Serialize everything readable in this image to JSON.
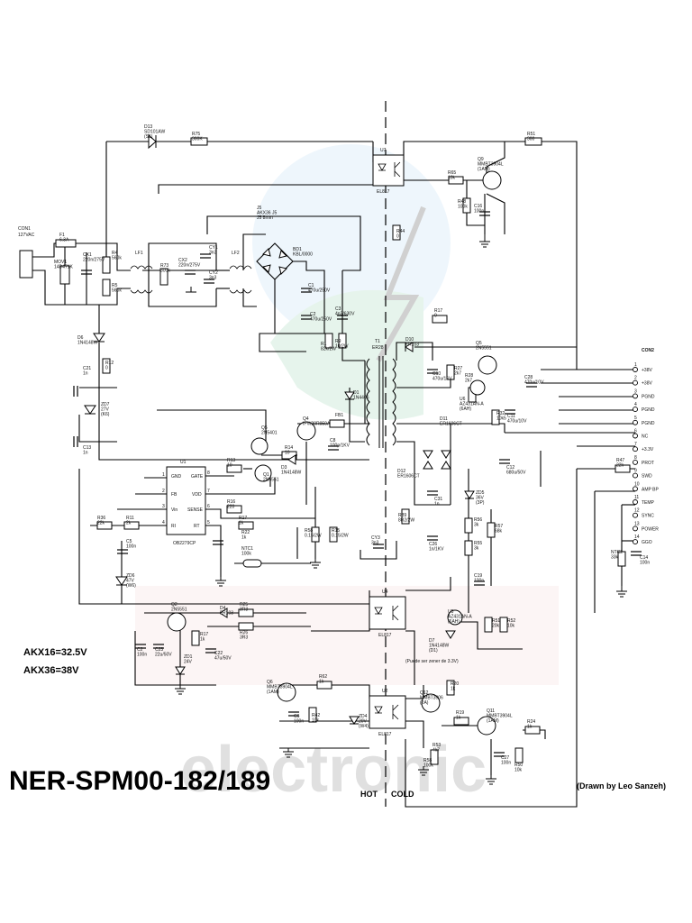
{
  "title": "NER-SPM00-182/189",
  "credit": "(Drawn by Leo Sanzeh)",
  "watermark": "electronic",
  "notes": [
    "AKX16=32.5V",
    "AKX36=38V"
  ],
  "zones": {
    "hot": "HOT",
    "cold": "COLD"
  },
  "connector_in": {
    "name": "CON1",
    "rating": "127VAC"
  },
  "connector_out": {
    "name": "CON2",
    "pins": [
      "+38V",
      "+38V",
      "PGND",
      "PGND",
      "PGND",
      "NC",
      "+3.3V",
      "PROT",
      "SWD",
      "AMP BP",
      "TEMP",
      "SYNC",
      "POWER",
      "GGO"
    ]
  },
  "ic_u1": {
    "ref": "U1",
    "part": "OB2279CP",
    "pins_left": [
      "GND",
      "FB",
      "Vin",
      "RI"
    ],
    "pins_right": [
      "GATE",
      "VDD",
      "SENSE",
      "RT"
    ],
    "pin_nums_left": [
      "1",
      "2",
      "3",
      "4"
    ],
    "pin_nums_right": [
      "8",
      "7",
      "6",
      "5"
    ]
  },
  "transformer": {
    "ref": "T1",
    "part": "ER28"
  },
  "optos": [
    {
      "ref": "U7",
      "part": "EL817"
    },
    {
      "ref": "U4",
      "part": "EL817"
    },
    {
      "ref": "U2",
      "part": "EL817"
    }
  ],
  "components": [
    {
      "ref": "D13",
      "value": "SD101AW",
      "sub": "(S1)"
    },
    {
      "ref": "R75",
      "value": "300K"
    },
    {
      "ref": "R51",
      "value": "300"
    },
    {
      "ref": "Q9",
      "value": "MMBT3904L",
      "sub": "(1AM)"
    },
    {
      "ref": "R65",
      "value": "10k"
    },
    {
      "ref": "R48",
      "value": "100k"
    },
    {
      "ref": "C16",
      "value": "100n"
    },
    {
      "ref": "F1",
      "value": "6.3A"
    },
    {
      "ref": "MOV1",
      "value": "14D471K"
    },
    {
      "ref": "R4",
      "value": "560k"
    },
    {
      "ref": "R5",
      "value": "560k"
    },
    {
      "ref": "CX1",
      "value": "220n/275V"
    },
    {
      "ref": "LF1",
      "value": ""
    },
    {
      "ref": "R73",
      "value": "300k"
    },
    {
      "ref": "CX2",
      "value": "220n/275V"
    },
    {
      "ref": "CY1",
      "value": "3n3"
    },
    {
      "ref": "CY2",
      "value": "3n3"
    },
    {
      "ref": "LF2",
      "value": ""
    },
    {
      "ref": "J5",
      "value": "AKX36 J5",
      "sub": "J5 8mm"
    },
    {
      "ref": "BD1",
      "value": "KBL/0000"
    },
    {
      "ref": "C1",
      "value": "470u/250V"
    },
    {
      "ref": "C2",
      "value": "470u/250V"
    },
    {
      "ref": "C3",
      "value": "4n3/630V"
    },
    {
      "ref": "R1",
      "value": "82k/2W"
    },
    {
      "ref": "R9",
      "value": "10/2W"
    },
    {
      "ref": "D6",
      "value": "1N4148W"
    },
    {
      "ref": "R12",
      "value": "0"
    },
    {
      "ref": "C21",
      "value": "1n"
    },
    {
      "ref": "ZD7",
      "value": "27V",
      "sub": "(K6)"
    },
    {
      "ref": "C13",
      "value": "1n"
    },
    {
      "ref": "D1",
      "value": "1N4406"
    },
    {
      "ref": "FB1",
      "value": ""
    },
    {
      "ref": "Q4",
      "value": "IPW20R950A"
    },
    {
      "ref": "Q5",
      "value": "2N5401"
    },
    {
      "ref": "Q1",
      "value": "2N5551"
    },
    {
      "ref": "R13",
      "value": "10"
    },
    {
      "ref": "R14",
      "value": "10"
    },
    {
      "ref": "D3",
      "value": "1N4148W"
    },
    {
      "ref": "C8",
      "value": "100p/1KV"
    },
    {
      "ref": "R16",
      "value": "220"
    },
    {
      "ref": "R17",
      "value": "1k"
    },
    {
      "ref": "R36",
      "value": "22k"
    },
    {
      "ref": "R11",
      "value": "2k"
    },
    {
      "ref": "C5",
      "value": "100n"
    },
    {
      "ref": "ZD6",
      "value": "47V",
      "sub": "(W6)"
    },
    {
      "ref": "R58",
      "value": "0.15/2W"
    },
    {
      "ref": "R15",
      "value": "0.15/2W"
    },
    {
      "ref": "NTC1",
      "value": "100k"
    },
    {
      "ref": "R22",
      "value": "1k"
    },
    {
      "ref": "D10",
      "value": "FR103"
    },
    {
      "ref": "C10",
      "value": "470u/16V"
    },
    {
      "ref": "R27",
      "value": "2k7"
    },
    {
      "ref": "R28",
      "value": "2k7"
    },
    {
      "ref": "Q5b",
      "value": "2N5551"
    },
    {
      "ref": "U6",
      "value": "AZ431AN-A",
      "sub": "(6AH)"
    },
    {
      "ref": "R32",
      "value": "10k5"
    },
    {
      "ref": "C11",
      "value": "470u/10V"
    },
    {
      "ref": "C28",
      "value": "470u/10V"
    },
    {
      "ref": "R17b",
      "value": "0"
    },
    {
      "ref": "D11",
      "value": "ER1606CT"
    },
    {
      "ref": "D12",
      "value": "ER1606CT"
    },
    {
      "ref": "C12",
      "value": "680u/50V"
    },
    {
      "ref": "C31",
      "value": "1n"
    },
    {
      "ref": "R89",
      "value": "8R2/2W"
    },
    {
      "ref": "C26",
      "value": "1n/1KV"
    },
    {
      "ref": "CY3",
      "value": "3n3"
    },
    {
      "ref": "ZD5",
      "value": "36V",
      "sub": "(3P)"
    },
    {
      "ref": "R56",
      "value": "3k"
    },
    {
      "ref": "R57",
      "value": "68k"
    },
    {
      "ref": "R55",
      "value": "3k"
    },
    {
      "ref": "C19",
      "value": "100n"
    },
    {
      "ref": "U5",
      "value": "AZ431AN-A",
      "sub": "(6AH)"
    },
    {
      "ref": "R51b",
      "value": "20k"
    },
    {
      "ref": "R52",
      "value": "10k"
    },
    {
      "ref": "R47",
      "value": "22k"
    },
    {
      "ref": "NTC2",
      "value": "33k"
    },
    {
      "ref": "C14",
      "value": "100n"
    },
    {
      "ref": "Q2",
      "value": "2N5551"
    },
    {
      "ref": "D4",
      "value": "FR103"
    },
    {
      "ref": "R25",
      "value": "3R3"
    },
    {
      "ref": "R26",
      "value": "3R3"
    },
    {
      "ref": "R17c",
      "value": "1k"
    },
    {
      "ref": "C2b",
      "value": "100n"
    },
    {
      "ref": "C23",
      "value": "22u/50V"
    },
    {
      "ref": "ZD1",
      "value": "24V"
    },
    {
      "ref": "C22",
      "value": "47u/50V"
    },
    {
      "ref": "Q6",
      "value": "MMBT3904L",
      "sub": "(1AM)"
    },
    {
      "ref": "R62",
      "value": "1k"
    },
    {
      "ref": "C6",
      "value": "100n"
    },
    {
      "ref": "R42",
      "value": "10k"
    },
    {
      "ref": "ZD4",
      "value": "20V",
      "sub": "(W4)"
    },
    {
      "ref": "D7",
      "value": "1N4148W",
      "sub": "(D1)"
    },
    {
      "ref": "R20",
      "value": "1k"
    },
    {
      "ref": "Q12",
      "value": "MMBT3906",
      "sub": "(2A)"
    },
    {
      "ref": "R19",
      "value": "1k"
    },
    {
      "ref": "R53",
      "value": "4k7"
    },
    {
      "ref": "R58b",
      "value": "100k"
    },
    {
      "ref": "Q11",
      "value": "MMBT3904L",
      "sub": "(1AM)"
    },
    {
      "ref": "R50",
      "value": "10k"
    },
    {
      "ref": "C27",
      "value": "100n"
    },
    {
      "ref": "R24",
      "value": "1k"
    },
    {
      "ref": "R44",
      "value": "0"
    }
  ],
  "notes_small": {
    "puede": "(Puede ser zener de 3.3V)"
  }
}
